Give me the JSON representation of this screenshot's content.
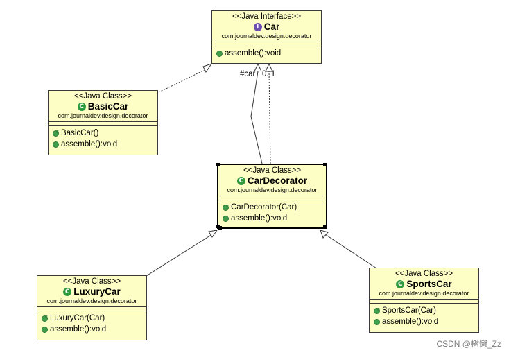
{
  "classes": {
    "car": {
      "stereotype": "<<Java Interface>>",
      "badge": "I",
      "name": "Car",
      "package": "com.journaldev.design.decorator",
      "members": [
        "assemble():void"
      ]
    },
    "basic_car": {
      "stereotype": "<<Java Class>>",
      "badge": "C",
      "name": "BasicCar",
      "package": "com.journaldev.design.decorator",
      "members": [
        "BasicCar()",
        "assemble():void"
      ]
    },
    "car_decorator": {
      "stereotype": "<<Java Class>>",
      "badge": "C",
      "name": "CarDecorator",
      "package": "com.journaldev.design.decorator",
      "members": [
        "CarDecorator(Car)",
        "assemble():void"
      ]
    },
    "luxury_car": {
      "stereotype": "<<Java Class>>",
      "badge": "C",
      "name": "LuxuryCar",
      "package": "com.journaldev.design.decorator",
      "members": [
        "LuxuryCar(Car)",
        "assemble():void"
      ]
    },
    "sports_car": {
      "stereotype": "<<Java Class>>",
      "badge": "C",
      "name": "SportsCar",
      "package": "com.journaldev.design.decorator",
      "members": [
        "SportsCar(Car)",
        "assemble():void"
      ]
    }
  },
  "association": {
    "role": "#car",
    "multiplicity": "0..1"
  },
  "watermark": "CSDN @树懒_Zz",
  "colors": {
    "box_fill": "#fdfdc6",
    "class_badge": "#2e9a3e",
    "interface_badge": "#6d4fb0"
  }
}
